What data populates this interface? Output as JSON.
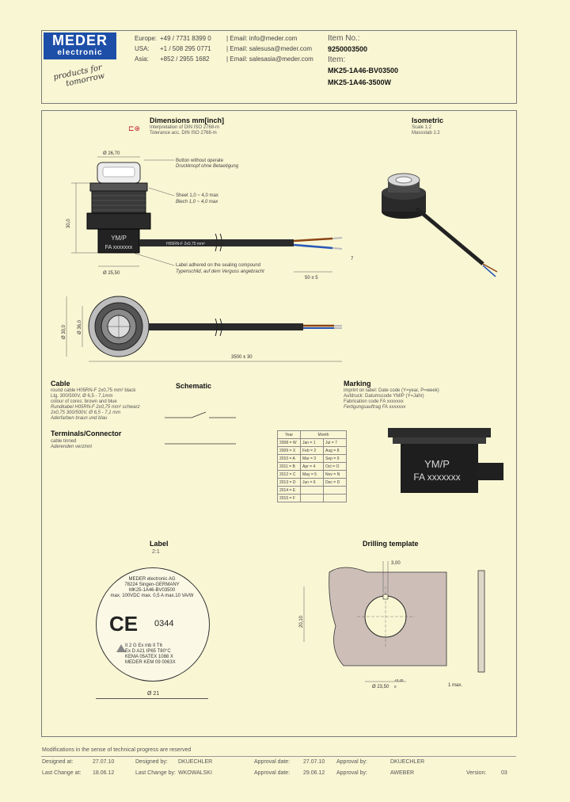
{
  "header": {
    "logo_line1": "MEDER",
    "logo_line2": "electronic",
    "slogan_line1": "products for",
    "slogan_line2": "tomorrow",
    "contacts": [
      {
        "region": "Europe:",
        "phone": "+49 / 7731 8399 0",
        "email": "| Email: info@meder.com"
      },
      {
        "region": "USA:",
        "phone": "+1 / 508 295 0771",
        "email": "| Email: salesusa@meder.com"
      },
      {
        "region": "Asia:",
        "phone": "+852 / 2955 1682",
        "email": "| Email: salesasia@meder.com"
      }
    ],
    "item_no_label": "Item No.:",
    "item_no": "9250003500",
    "item_label": "Item:",
    "item_name_1": "MK25-1A46-BV03500",
    "item_name_2": "MK25-1A46-3500W"
  },
  "dimensions": {
    "title": "Dimensions mm[inch]",
    "notes": [
      "Interpretation of DIN ISO 2768-m",
      "Tolerance acc. DIN ISO 2768-m"
    ],
    "dia_top": "Ø 26,70",
    "button_note_1": "Button without operate",
    "button_note_2": "Druckknopf ohne Betaetigung",
    "sheet_note_1": "Sheet 1,0 ~ 4,0 max",
    "sheet_note_2": "Blech 1,0 ~ 4,0 max",
    "height": "30,0",
    "housing_top": "YM/P",
    "housing_bottom": "FA xxxxxxx",
    "cable_print": "H05RN-F 2x0,75 mm²",
    "dia_bottom": "Ø 25,50",
    "label_note_1": "Label adhered on the sealing compound",
    "label_note_2": "Typenschild, auf dem Verguss angebracht",
    "strip_len": "50 ± 5",
    "strip_small": "7",
    "top_dia": "Ø 30,0",
    "top_dia2": "Ø 36,0",
    "cable_len": "3500 ± 30"
  },
  "isometric": {
    "title": "Isometric",
    "note_1": "Scale 1:2",
    "note_2": "Massstab 1:2"
  },
  "cable": {
    "title": "Cable",
    "lines": [
      "round cable H05RN-F 2x0,75 mm² black",
      "Ltg. 300/500V, Ø 6,5 - 7,1mm",
      "colour of cores: brown and blue",
      "Rundkabel H05RN-F 2x0,75 mm² schwarz",
      "2x0,75 300/500V, Ø 6,5 - 7,1 mm",
      "Aderfarben braun und blau"
    ]
  },
  "schematic": {
    "title": "Schematic"
  },
  "terminals": {
    "title": "Terminals/Connector",
    "lines": [
      "cable tinned",
      "Aderenden verzinnt"
    ]
  },
  "marking": {
    "title": "Marking",
    "lines": [
      "imprint on label: Date code (Y=year, P=week)",
      "Aufdruck: Datumscode YM/P (Y=Jahr)",
      "Fabrication code FA xxxxxxx",
      "Fertigungsauftrag FA xxxxxxx"
    ],
    "housing_top": "YM/P",
    "housing_bottom": "FA xxxxxxx"
  },
  "yearmonth": {
    "year_header": "Year",
    "month_header": "Month",
    "rows": [
      [
        "2008 = W",
        "Jan = 1",
        "Jul = 7"
      ],
      [
        "2009 = X",
        "Feb = 2",
        "Aug = 8"
      ],
      [
        "2010 = A",
        "Mar = 3",
        "Sep = 9"
      ],
      [
        "2011 = B",
        "Apr = 4",
        "Oct = O"
      ],
      [
        "2012 = C",
        "May = 5",
        "Nov = N"
      ],
      [
        "2013 = D",
        "Jun = 6",
        "Dec = D"
      ],
      [
        "2014 = E",
        "",
        ""
      ],
      [
        "2015 = F",
        "",
        ""
      ]
    ]
  },
  "label": {
    "title": "Label",
    "scale": "2:1",
    "lines": [
      "MEDER electronic AG",
      "78224 Singen-GERMANY",
      "MK25-1A46-BV03500",
      "max. 100VDC max. 0,5 A max.10 VA/W"
    ],
    "ce": "CE",
    "notified": "0344",
    "atex_lines": [
      "II 2 G Ex mb II T6",
      "Ex D A21 IP65 T80°C",
      "KEMA 05ATEX 1088 X",
      "MEDER KEM 09 0063X"
    ],
    "dia": "Ø 21"
  },
  "drilling": {
    "title": "Drilling template",
    "w1": "3,00",
    "h1": "20,10",
    "dia": "Ø 23,50",
    "tol_plus": "+0,40",
    "tol_minus": "0",
    "thickness": "1 max."
  },
  "footer": {
    "modifications": "Modifications in the sense of technical progress are reserved",
    "designed_at_label": "Designed at:",
    "designed_at": "27.07.10",
    "designed_by_label": "Designed by:",
    "designed_by": "DKUECHLER",
    "approval_label": "Approval date:",
    "approval_date": "27.07.10",
    "approval_by_label": "Approval by:",
    "approval_by": "DKUECHLER",
    "last_change_label": "Last Change at:",
    "last_change": "18.06.12",
    "last_change_by_label": "Last Change by:",
    "last_change_by": "WKOWALSKI",
    "approval2_label": "Approval date:",
    "approval2_date": "29.06.12",
    "approval2_by_label": "Approval by:",
    "approval2_by": "AWEBER",
    "version_label": "Version:",
    "version": "03"
  }
}
